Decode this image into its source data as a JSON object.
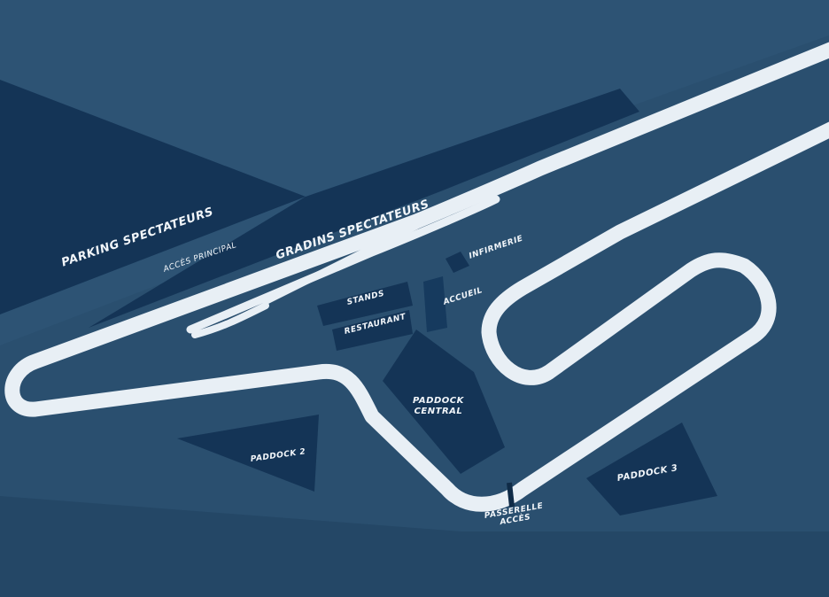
{
  "map": {
    "labels": {
      "parking": "PARKING SPECTATEURS",
      "acces_principal": "ACCÈS PRINCIPAL",
      "gradins": "GRADINS SPECTATEURS",
      "infirmerie": "INFIRMERIE",
      "stands": "STANDS",
      "accueil": "ACCUEIL",
      "restaurant": "RESTAURANT",
      "paddock_central_1": "PADDOCK",
      "paddock_central_2": "CENTRAL",
      "paddock_2": "PADDOCK 2",
      "paddock_3": "PADDOCK 3",
      "passerelle_1": "PASSERELLE",
      "passerelle_2": "ACCÈS"
    },
    "colors": {
      "background": "#2a4f6f",
      "zone": "#143456",
      "track": "#e8eff5"
    }
  }
}
